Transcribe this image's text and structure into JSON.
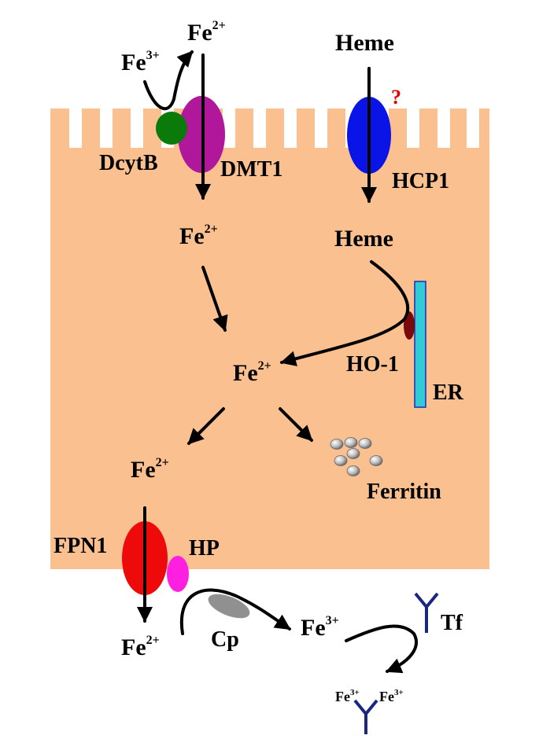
{
  "labels": {
    "fe3_top": {
      "base": "Fe",
      "sup": "3+"
    },
    "fe2_top": {
      "base": "Fe",
      "sup": "2+"
    },
    "heme_top": "Heme",
    "question": "?",
    "dcytb": "DcytB",
    "dmt1": "DMT1",
    "hcp1": "HCP1",
    "fe2_mid": {
      "base": "Fe",
      "sup": "2+"
    },
    "heme_mid": "Heme",
    "fe2_center": {
      "base": "Fe",
      "sup": "2+"
    },
    "ho1": "HO-1",
    "er": "ER",
    "fe2_lower": {
      "base": "Fe",
      "sup": "2+"
    },
    "ferritin": "Ferritin",
    "fpn1": "FPN1",
    "hp": "HP",
    "fe2_bottom": {
      "base": "Fe",
      "sup": "2+"
    },
    "cp": "Cp",
    "fe3_bottom": {
      "base": "Fe",
      "sup": "3+"
    },
    "tf": "Tf",
    "tf_fe3_left": {
      "base": "Fe",
      "sup": "3+"
    },
    "tf_fe3_right": {
      "base": "Fe",
      "sup": "3+"
    }
  },
  "colors": {
    "cell": "#fac090",
    "dcytb": "#0a7a0a",
    "dmt1": "#b0179a",
    "hcp1": "#0a14e6",
    "ho1": "#7a0a0a",
    "er_fill": "#33c9d6",
    "er_stroke": "#1a2ab0",
    "fpn1": "#ee0a0a",
    "hp": "#ff1fe0",
    "cp": "#909090",
    "transferrin": "#1a2780",
    "question": "#e00000",
    "arrow": "#000000"
  }
}
